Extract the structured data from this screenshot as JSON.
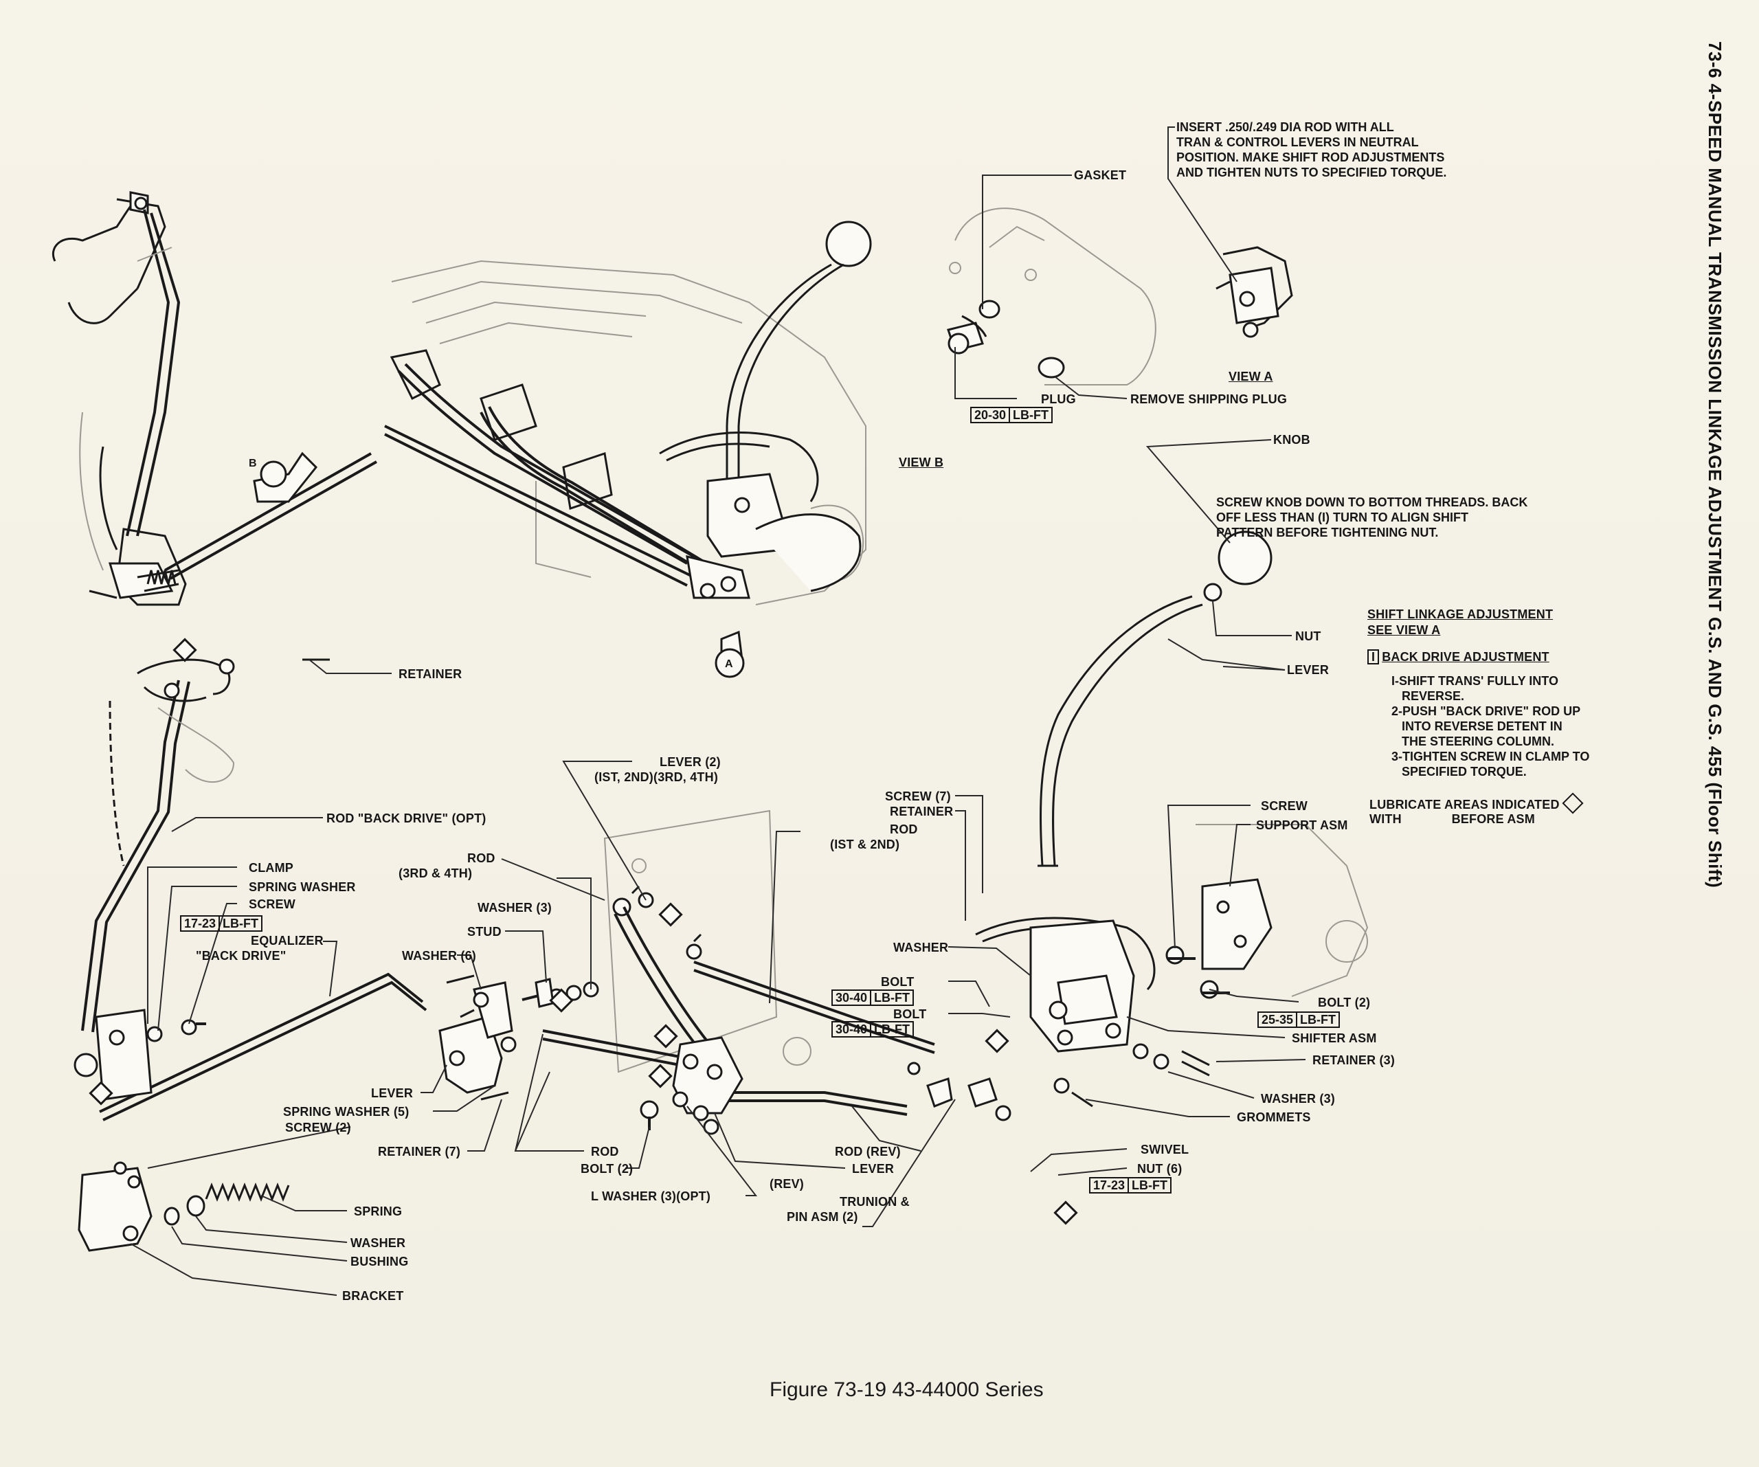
{
  "header": {
    "side_title": "73-6  4-SPEED MANUAL TRANSMISSION LINKAGE ADJUSTMENT  G.S. AND G.S. 455 (Floor Shift)"
  },
  "caption": "Figure 73-19   43-44000 Series",
  "view_markers": {
    "a": "A",
    "b": "B"
  },
  "view_titles": {
    "view_a": "VIEW A",
    "view_b": "VIEW B"
  },
  "insert_note": "INSERT .250/.249 DIA ROD WITH ALL\nTRAN & CONTROL LEVERS IN NEUTRAL\nPOSITION. MAKE SHIFT ROD ADJUSTMENTS\nAND TIGHTEN NUTS TO SPECIFIED TORQUE.",
  "knob_note": "SCREW KNOB DOWN TO BOTTOM THREADS. BACK\nOFF LESS THAN (I) TURN TO ALIGN SHIFT\nPATTERN BEFORE TIGHTENING NUT.",
  "instructions": {
    "title_line1": "SHIFT LINKAGE ADJUSTMENT",
    "title_line2": "SEE VIEW A",
    "back_drive_num": "I",
    "back_drive_title": "BACK DRIVE ADJUSTMENT",
    "steps": "I-SHIFT TRANS' FULLY INTO\n   REVERSE.\n2-PUSH \"BACK DRIVE\" ROD UP\n   INTO REVERSE DETENT IN\n   THE STEERING COLUMN.\n3-TIGHTEN SCREW IN CLAMP TO\n   SPECIFIED TORQUE.",
    "lube_line1": "LUBRICATE AREAS INDICATED",
    "lube_line2": "WITH              BEFORE ASM"
  },
  "torque_specs": {
    "plug": [
      "20-30",
      "LB-FT"
    ],
    "clamp_screw": [
      "17-23",
      "LB-FT"
    ],
    "bolt_a": [
      "30-40",
      "LB-FT"
    ],
    "bolt_b": [
      "30-40",
      "LB-FT"
    ],
    "support_bolt": [
      "25-35",
      "LB-FT"
    ],
    "swivel_nut": [
      "17-23",
      "LB-FT"
    ]
  },
  "callouts": {
    "gasket": "GASKET",
    "plug": "PLUG",
    "remove_shipping_plug": "REMOVE SHIPPING PLUG",
    "knob": "KNOB",
    "nut": "NUT",
    "lever_top": "LEVER",
    "retainer_top": "RETAINER",
    "rod_back_drive": "ROD \"BACK DRIVE\" (OPT)",
    "clamp": "CLAMP",
    "spring_washer": "SPRING WASHER",
    "screw_left": "SCREW",
    "equalizer": "EQUALIZER",
    "equalizer_2": "\"BACK DRIVE\"",
    "lever_2": "LEVER (2)",
    "lever_2_sub": "(IST, 2ND)(3RD, 4TH)",
    "rod_3rd4th": "ROD",
    "rod_3rd4th_sub": "(3RD & 4TH)",
    "washer_3": "WASHER (3)",
    "stud": "STUD",
    "washer_6": "WASHER (6)",
    "screw_7": "SCREW (7)",
    "retainer_mid": "RETAINER",
    "rod_1st2nd": "ROD",
    "rod_1st2nd_sub": "(IST & 2ND)",
    "washer_mid": "WASHER",
    "bolt_a": "BOLT",
    "bolt_b": "BOLT",
    "screw_right": "SCREW",
    "support_asm": "SUPPORT ASM",
    "bolt_2_right": "BOLT (2)",
    "shifter_asm": "SHIFTER ASM",
    "retainer_3": "RETAINER (3)",
    "washer_3_right": "WASHER (3)",
    "grommets": "GROMMETS",
    "lever_left": "LEVER",
    "spring_washer_5": "SPRING WASHER (5)",
    "screw_2": "SCREW (2)",
    "retainer_7": "RETAINER (7)",
    "rod_bottom": "ROD",
    "bolt_2_bottom": "BOLT (2)",
    "l_washer": "L WASHER (3)(OPT)",
    "rod_rev": "ROD (REV)",
    "lever_bottom": "LEVER",
    "rev": "(REV)",
    "trunion": "TRUNION &",
    "trunion_sub": "PIN ASM (2)",
    "swivel": "SWIVEL",
    "nut_6": "NUT (6)",
    "spring": "SPRING",
    "washer_bottom": "WASHER",
    "bushing": "BUSHING",
    "bracket": "BRACKET"
  }
}
